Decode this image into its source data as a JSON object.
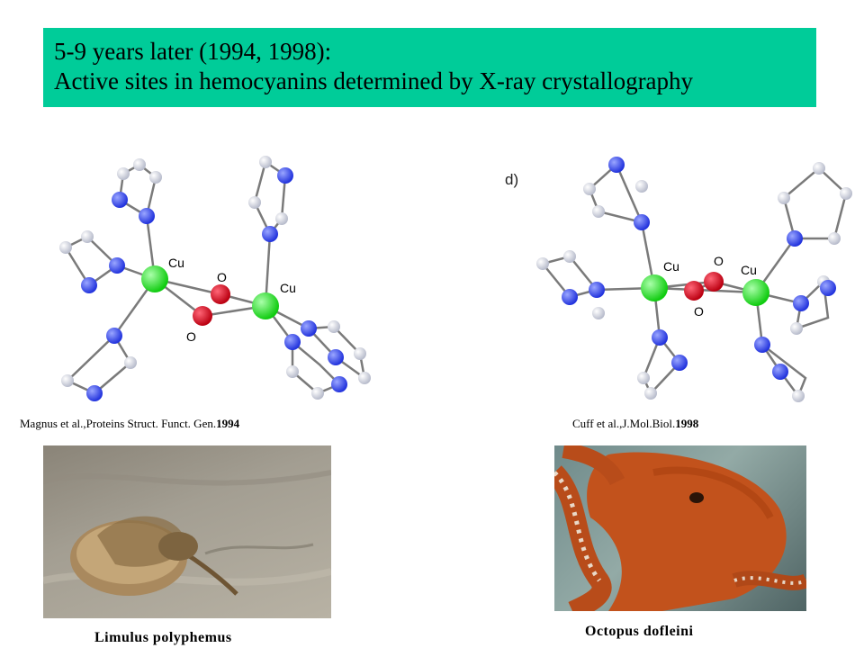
{
  "slide": {
    "title_line1": "5-9 years later (1994, 1998):",
    "title_line2": "Active sites in hemocyanins determined by X-ray crystallography",
    "title_bg": "#00cc99"
  },
  "left_structure": {
    "label_cu1": "Cu",
    "label_cu2": "Cu",
    "label_o1": "O",
    "label_o2": "O",
    "caption_text": "Magnus et al.,Proteins Struct. Funct. Gen.",
    "caption_year": "1994"
  },
  "right_structure": {
    "panel_label": "d)",
    "label_cu1": "Cu",
    "label_cu2": "Cu",
    "label_o1": "O",
    "label_o2": "O",
    "caption_text": "Cuff et al.,J.Mol.Biol.",
    "caption_year": "1998"
  },
  "photos": {
    "left_species": "Limulus polyphemus",
    "right_species": "Octopus dofleini"
  },
  "colors": {
    "copper": "#22ee22",
    "oxygen": "#cc0022",
    "nitrogen": "#3344ee",
    "carbon": "#e8e8f0",
    "bond": "#7a7a7a"
  }
}
